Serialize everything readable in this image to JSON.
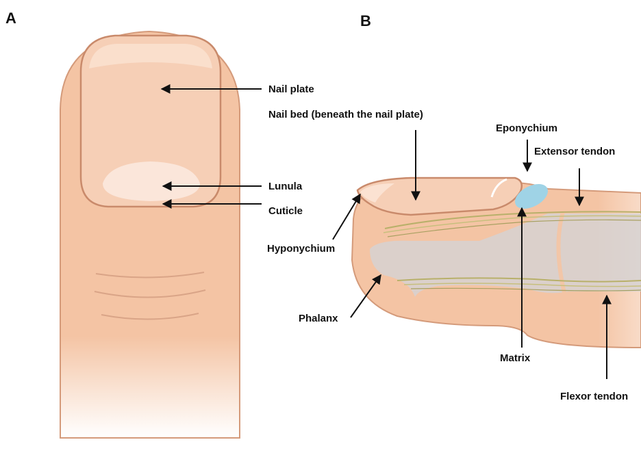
{
  "panels": {
    "a": {
      "letter": "A"
    },
    "b": {
      "letter": "B"
    }
  },
  "labels": {
    "nail_plate": "Nail plate",
    "nail_bed": "Nail bed (beneath the nail plate)",
    "lunula": "Lunula",
    "cuticle": "Cuticle",
    "eponychium": "Eponychium",
    "extensor_tendon": "Extensor tendon",
    "hyponychium": "Hyponychium",
    "phalanx": "Phalanx",
    "matrix": "Matrix",
    "flexor_tendon": "Flexor tendon"
  },
  "colors": {
    "skin": "#f4c4a4",
    "skin_outline": "#d49a7a",
    "nail": "#f6cfb6",
    "lunula": "#fbe6da",
    "bone": "#d6d2d2",
    "tendon": "#b8b06a",
    "matrix": "#9fd3e6",
    "text": "#111111"
  }
}
